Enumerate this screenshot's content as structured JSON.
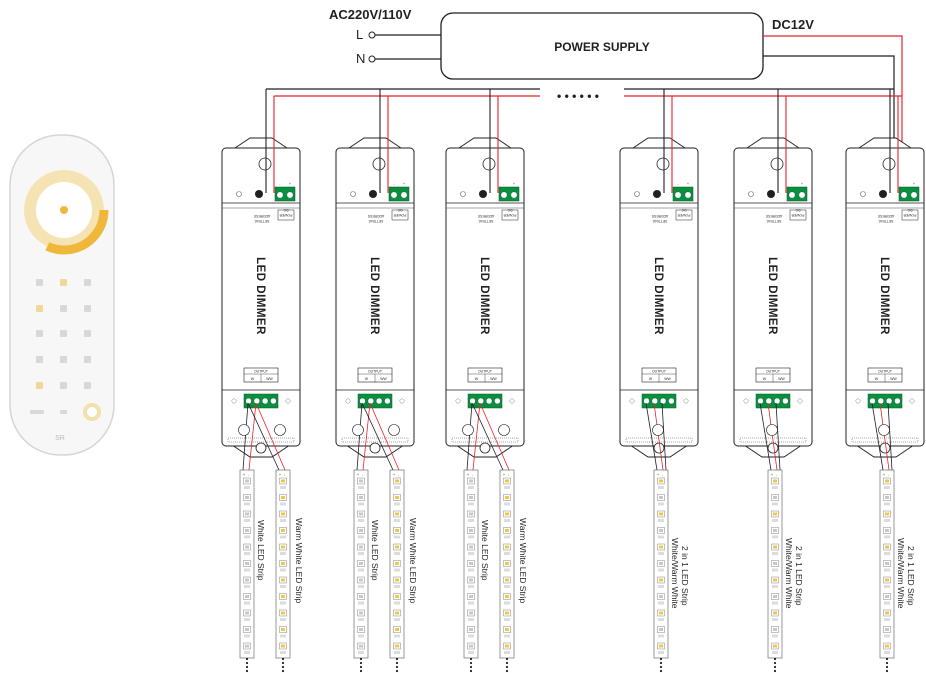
{
  "input": {
    "voltage_label": "AC220V/110V",
    "line_label": "L",
    "neutral_label": "N"
  },
  "power_supply": {
    "label": "POWER SUPPLY",
    "output_label": "DC12V"
  },
  "bus_continuation": "• • • • • •",
  "dimmer": {
    "name": "LED DIMMER",
    "output_label": "OUTPUT",
    "out_w": "W",
    "out_ww": "WW",
    "address_label": "ADDRESS",
    "setting_label": "SETTING",
    "power_label": "POWER",
    "dc_label": "DC",
    "minus": "-",
    "plus": "+"
  },
  "strip_labels": {
    "white": "White LED Strip",
    "warm_white": "Warm White LED Strip",
    "combo_line1": "White/Warm White",
    "combo_line2": "2 in 1 LED Strip"
  },
  "colors": {
    "wire_live": "#e3242b",
    "wire_ground": "#231f20",
    "led_warm": "#f5c842",
    "led_white": "#c8c8c8"
  },
  "remote": {
    "brand_mark": "SR"
  },
  "icons": [
    "remote-control-icon",
    "led-strip-icon",
    "terminal-block-icon"
  ]
}
